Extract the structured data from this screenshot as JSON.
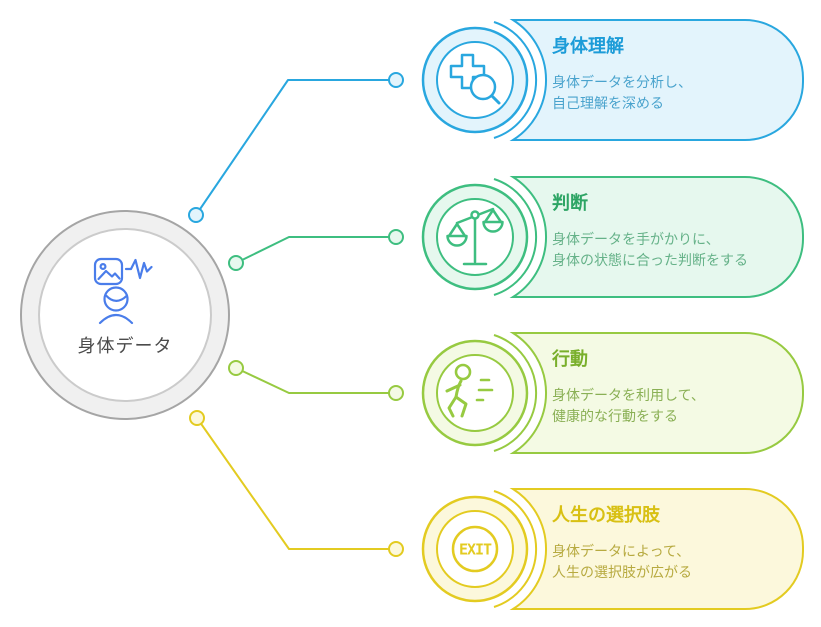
{
  "center": {
    "label": "身体データ",
    "label_color": "#4b4b4b",
    "icon": "media-waveform-person-icon",
    "icon_color": "#4a7dea",
    "ring_stroke": "#a5a5a5",
    "ring_fill": "#f0f0f0",
    "inner_stroke": "#cbcbcb"
  },
  "cards": [
    {
      "title": "身体理解",
      "desc_line1": "身体データを分析し、",
      "desc_line2": "自己理解を深める",
      "icon": "medical-search-icon",
      "accent": "#29a7df",
      "fill": "#e3f4fc",
      "title_color": "#1d9cd8",
      "desc_color": "#4aa3cd"
    },
    {
      "title": "判断",
      "desc_line1": "身体データを手がかりに、",
      "desc_line2": "身体の状態に合った判断をする",
      "icon": "balance-scale-icon",
      "accent": "#3ebe80",
      "fill": "#e6f8ee",
      "title_color": "#2ea565",
      "desc_color": "#66b289"
    },
    {
      "title": "行動",
      "desc_line1": "身体データを利用して、",
      "desc_line2": "健康的な行動をする",
      "icon": "runner-icon",
      "accent": "#97ca41",
      "fill": "#f4fae4",
      "title_color": "#79af2b",
      "desc_color": "#8ab055"
    },
    {
      "title": "人生の選択肢",
      "desc_line1": "身体データによって、",
      "desc_line2": "人生の選択肢が広がる",
      "icon": "exit-icon",
      "exit_label": "EXIT",
      "accent": "#e3cb21",
      "fill": "#fcf8dc",
      "title_color": "#d8c013",
      "desc_color": "#b7aa40"
    }
  ]
}
